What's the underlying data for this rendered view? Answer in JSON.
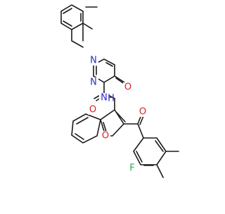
{
  "atoms": [
    {
      "id": "n1",
      "text": "N",
      "color": "#2a2ad6"
    },
    {
      "id": "n2",
      "text": "N",
      "color": "#2a2ad6"
    },
    {
      "id": "o_keto",
      "text": "O",
      "color": "#e02020"
    },
    {
      "id": "o_amide",
      "text": "O",
      "color": "#e02020"
    },
    {
      "id": "n_amide",
      "text": "N",
      "color": "#2a2ad6"
    },
    {
      "id": "h_amide",
      "text": "H",
      "color": "#2a2ad6"
    },
    {
      "id": "o_furan",
      "text": "O",
      "color": "#e02020"
    },
    {
      "id": "o_benzoyl",
      "text": "O",
      "color": "#e02020"
    },
    {
      "id": "f",
      "text": "F",
      "color": "#2ea84a"
    }
  ],
  "bond_color": "#1a1a1a"
}
